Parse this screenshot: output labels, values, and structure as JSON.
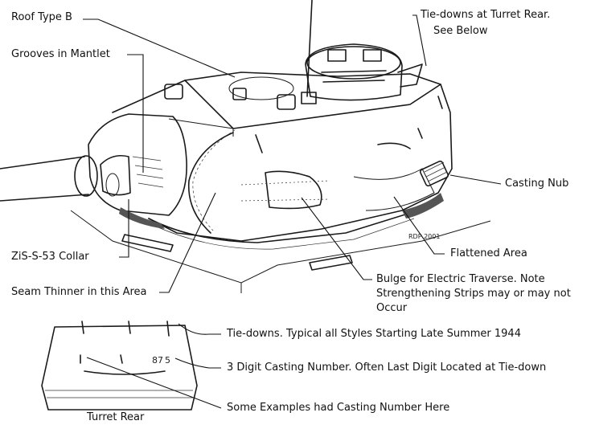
{
  "labels": {
    "roof_type": "Roof Type B",
    "grooves": "Grooves in Mantlet",
    "tiedowns_rear": "Tie-downs at Turret Rear.",
    "see_below": "See Below",
    "casting_nub": "Casting Nub",
    "zis_collar": "ZiS-S-53 Collar",
    "flattened_area": "Flattened Area",
    "seam_thinner": "Seam Thinner in this Area",
    "bulge_line1": "Bulge for Electric Traverse. Note",
    "bulge_line2": "Strengthening Strips may or may not",
    "bulge_line3": "Occur",
    "tiedowns_typical": "Tie-downs. Typical all Styles Starting Late Summer 1944",
    "casting_number": "3 Digit Casting Number. Often Last Digit Located at Tie-down",
    "examples_casting": "Some Examples had Casting Number Here",
    "turret_rear": "Turret Rear"
  },
  "artwork": {
    "signature": "RDP 2001",
    "rear_casting_digits": "87",
    "rear_casting_last_digit": "5"
  }
}
